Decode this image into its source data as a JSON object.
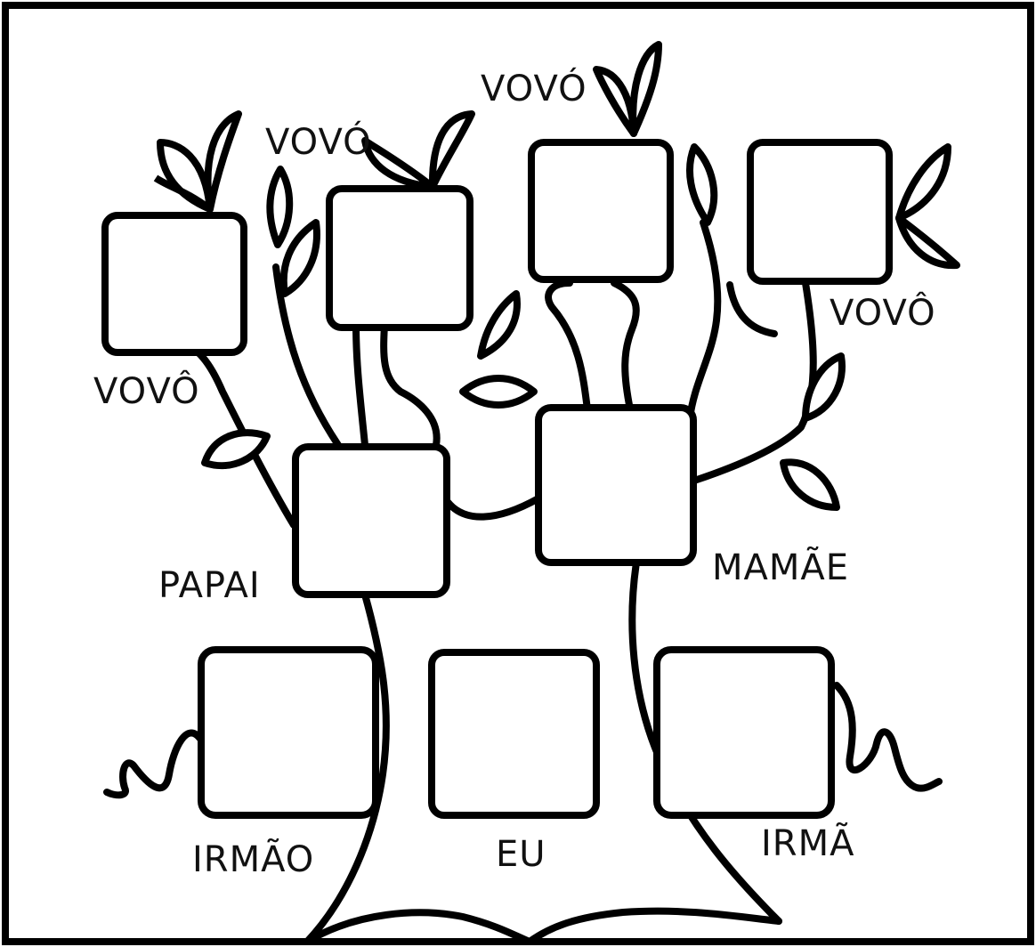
{
  "labels": {
    "vovo_top_left": "VOVÓ",
    "vovo_top_center": "VOVÓ",
    "vovo_circ_left": "VOVÔ",
    "vovo_circ_right": "VOVÔ",
    "papai": "PAPAI",
    "mamae": "MAMÃE",
    "irmao": "IRMÃO",
    "eu": "EU",
    "irma": "IRMÃ"
  },
  "colors": {
    "line": "#000000",
    "background": "#ffffff"
  }
}
